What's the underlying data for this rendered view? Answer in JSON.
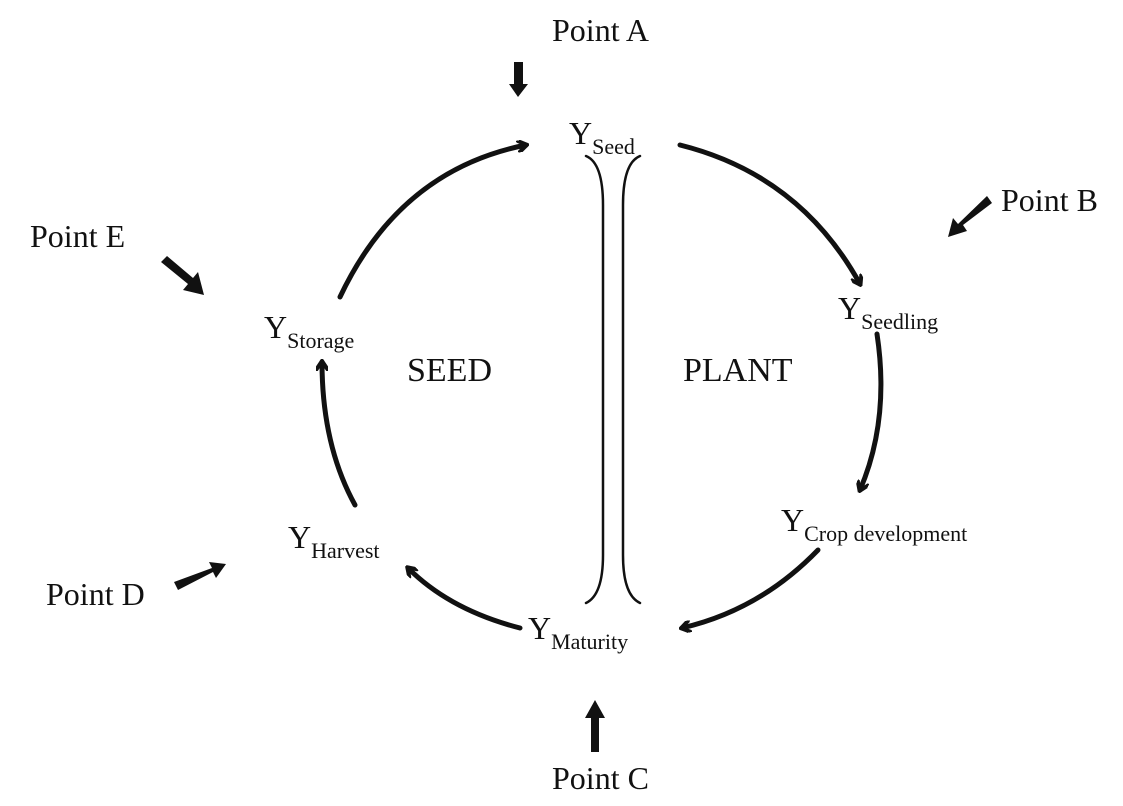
{
  "diagram": {
    "colors": {
      "ink": "#111111",
      "background": "#ffffff"
    },
    "regions": {
      "left": "SEED",
      "right": "PLANT"
    },
    "nodes": [
      {
        "id": "seed",
        "main": "Y",
        "sub": "Seed"
      },
      {
        "id": "seedling",
        "main": "Y",
        "sub": "Seedling"
      },
      {
        "id": "crop",
        "main": "Y",
        "sub": "Crop development"
      },
      {
        "id": "maturity",
        "main": "Y",
        "sub": "Maturity"
      },
      {
        "id": "harvest",
        "main": "Y",
        "sub": "Harvest"
      },
      {
        "id": "storage",
        "main": "Y",
        "sub": "Storage"
      }
    ],
    "cycle_edges": [
      {
        "from": "seed",
        "to": "seedling"
      },
      {
        "from": "seedling",
        "to": "crop"
      },
      {
        "from": "crop",
        "to": "maturity"
      },
      {
        "from": "maturity",
        "to": "harvest"
      },
      {
        "from": "harvest",
        "to": "storage"
      },
      {
        "from": "storage",
        "to": "seed"
      }
    ],
    "points": [
      {
        "label": "Point A",
        "targets": "seed"
      },
      {
        "label": "Point B",
        "targets": "seedling"
      },
      {
        "label": "Point C",
        "targets": "maturity"
      },
      {
        "label": "Point D",
        "targets": "harvest"
      },
      {
        "label": "Point E",
        "targets": "storage"
      }
    ]
  }
}
